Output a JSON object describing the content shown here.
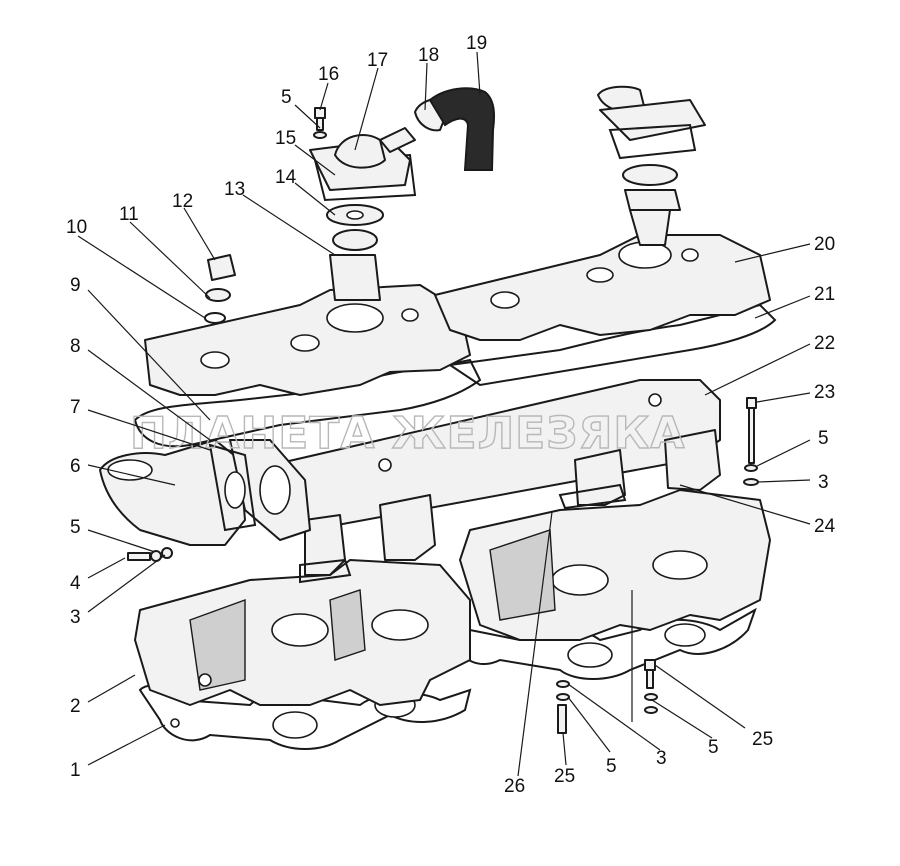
{
  "watermark": "ПЛАНЕТА ЖЕЛЕЗЯКА",
  "callouts": [
    {
      "id": "c1",
      "text": "1"
    },
    {
      "id": "c2",
      "text": "2"
    },
    {
      "id": "c3a",
      "text": "3"
    },
    {
      "id": "c4",
      "text": "4"
    },
    {
      "id": "c5a",
      "text": "5"
    },
    {
      "id": "c6",
      "text": "6"
    },
    {
      "id": "c7",
      "text": "7"
    },
    {
      "id": "c8",
      "text": "8"
    },
    {
      "id": "c9",
      "text": "9"
    },
    {
      "id": "c10",
      "text": "10"
    },
    {
      "id": "c11",
      "text": "11"
    },
    {
      "id": "c12",
      "text": "12"
    },
    {
      "id": "c13",
      "text": "13"
    },
    {
      "id": "c14",
      "text": "14"
    },
    {
      "id": "c15",
      "text": "15"
    },
    {
      "id": "c5b",
      "text": "5"
    },
    {
      "id": "c16",
      "text": "16"
    },
    {
      "id": "c17",
      "text": "17"
    },
    {
      "id": "c18",
      "text": "18"
    },
    {
      "id": "c19",
      "text": "19"
    },
    {
      "id": "c20",
      "text": "20"
    },
    {
      "id": "c21",
      "text": "21"
    },
    {
      "id": "c22",
      "text": "22"
    },
    {
      "id": "c23",
      "text": "23"
    },
    {
      "id": "c5c",
      "text": "5"
    },
    {
      "id": "c3b",
      "text": "3"
    },
    {
      "id": "c24",
      "text": "24"
    },
    {
      "id": "c25a",
      "text": "25"
    },
    {
      "id": "c5d",
      "text": "5"
    },
    {
      "id": "c3c",
      "text": "3"
    },
    {
      "id": "c5e",
      "text": "5"
    },
    {
      "id": "c26",
      "text": "26"
    },
    {
      "id": "c25b",
      "text": "25"
    }
  ]
}
